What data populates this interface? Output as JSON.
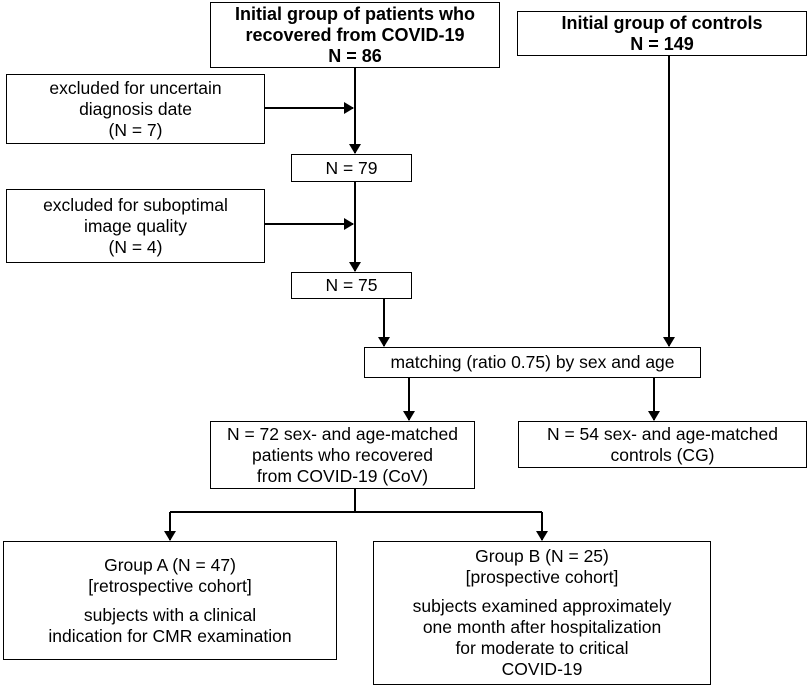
{
  "diagram": {
    "patients_initial": [
      "Initial group of patients who",
      "recovered from COVID-19",
      "N = 86"
    ],
    "controls_initial": [
      "Initial group of controls",
      "N = 149"
    ],
    "excluded_diagnosis": [
      "excluded for uncertain",
      "diagnosis date",
      "(N = 7)"
    ],
    "n79": "N = 79",
    "excluded_image": [
      "excluded for suboptimal",
      "image quality",
      "(N = 4)"
    ],
    "n75": "N = 75",
    "matching": "matching (ratio 0.75) by sex and age",
    "cov_matched": [
      "N = 72 sex- and age-matched",
      "patients who recovered",
      "from COVID-19 (CoV)"
    ],
    "cg_matched": [
      "N = 54 sex- and age-matched",
      "controls (CG)"
    ],
    "group_a": {
      "title": "Group A (N = 47)",
      "cohort": "[retrospective cohort]",
      "desc": [
        "subjects with a clinical",
        "indication for CMR examination"
      ]
    },
    "group_b": {
      "title": "Group B (N = 25)",
      "cohort": "[prospective cohort]",
      "desc": [
        "subjects examined approximately",
        "one month after hospitalization",
        "for moderate to critical",
        "COVID-19"
      ]
    }
  }
}
